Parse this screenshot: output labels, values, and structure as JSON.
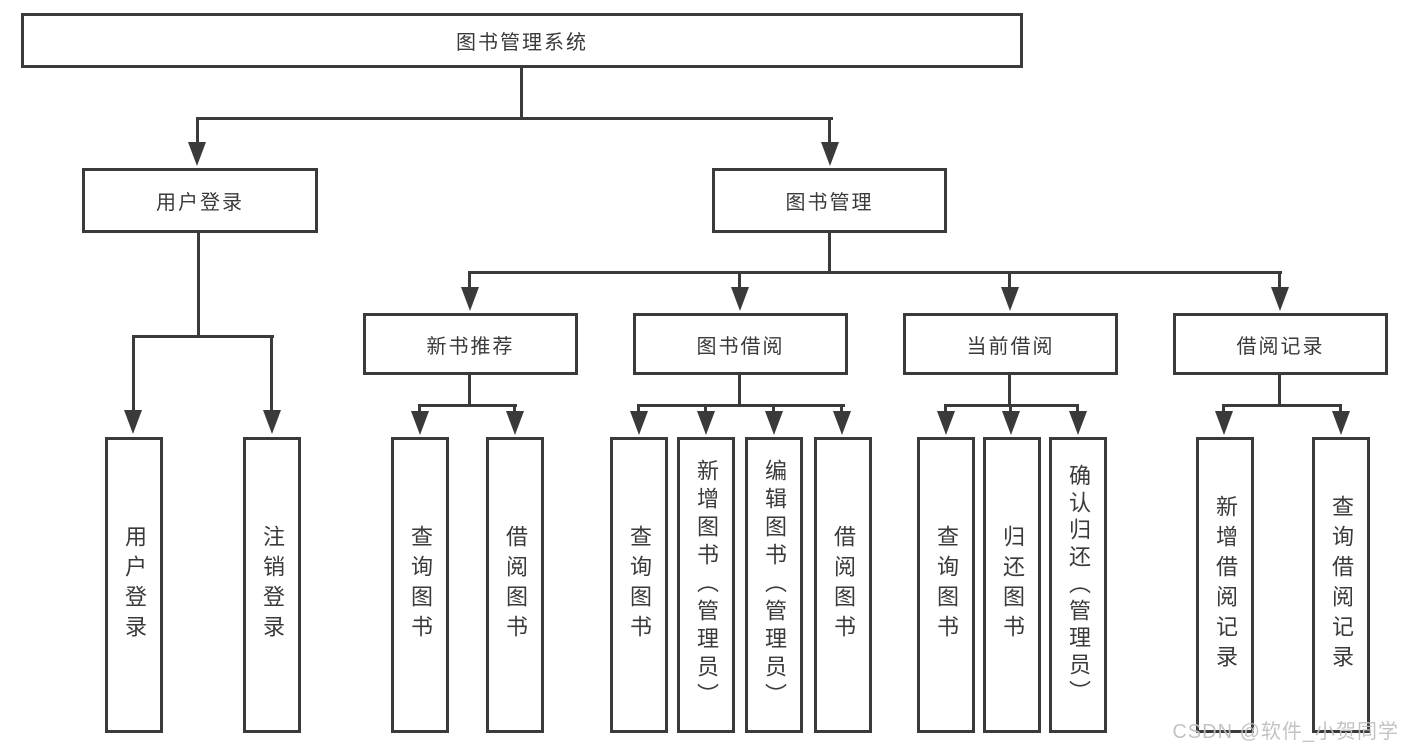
{
  "diagram": {
    "root": {
      "label": "图书管理系统"
    },
    "level2": [
      {
        "label": "用户登录"
      },
      {
        "label": "图书管理"
      }
    ],
    "level3": [
      {
        "label": "新书推荐"
      },
      {
        "label": "图书借阅"
      },
      {
        "label": "当前借阅"
      },
      {
        "label": "借阅记录"
      }
    ],
    "leaves": [
      {
        "label": "用户登录"
      },
      {
        "label": "注销登录"
      },
      {
        "label": "查询图书"
      },
      {
        "label": "借阅图书"
      },
      {
        "label": "查询图书"
      },
      {
        "label": "新增图书（管理员）"
      },
      {
        "label": "编辑图书（管理员）"
      },
      {
        "label": "借阅图书"
      },
      {
        "label": "查询图书"
      },
      {
        "label": "归还图书"
      },
      {
        "label": "确认归还（管理员）"
      },
      {
        "label": "新增借阅记录"
      },
      {
        "label": "查询借阅记录"
      }
    ],
    "watermark": "CSDN @软件_小贺同学",
    "colors": {
      "line": "#3a3a3a",
      "text": "#3a3a3a",
      "background": "#ffffff",
      "watermark": "#c0c0c0"
    }
  }
}
